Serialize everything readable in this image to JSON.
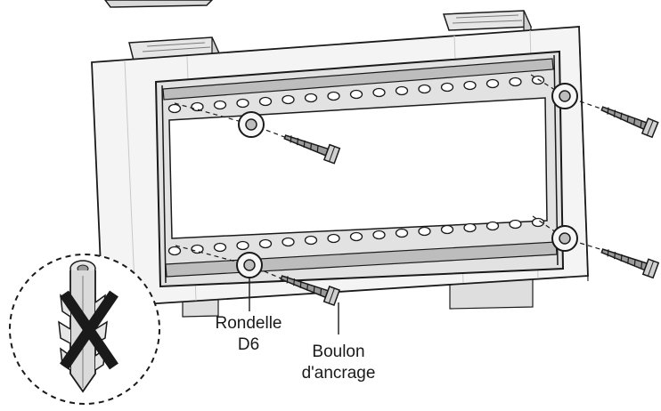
{
  "labels": {
    "washer_line1": "Rondelle",
    "washer_line2": "D6",
    "bolt_line1": "Boulon",
    "bolt_line2": "d'ancrage"
  },
  "icons": {
    "prohibited_item": "wall-plug-anchor-icon",
    "prohibition_mark": "cross-x-icon"
  },
  "colors": {
    "line": "#1a1a1a",
    "fill_light": "#f2f2f2",
    "fill_mid": "#dcdcdc",
    "fill_dark": "#bdbdbd"
  }
}
